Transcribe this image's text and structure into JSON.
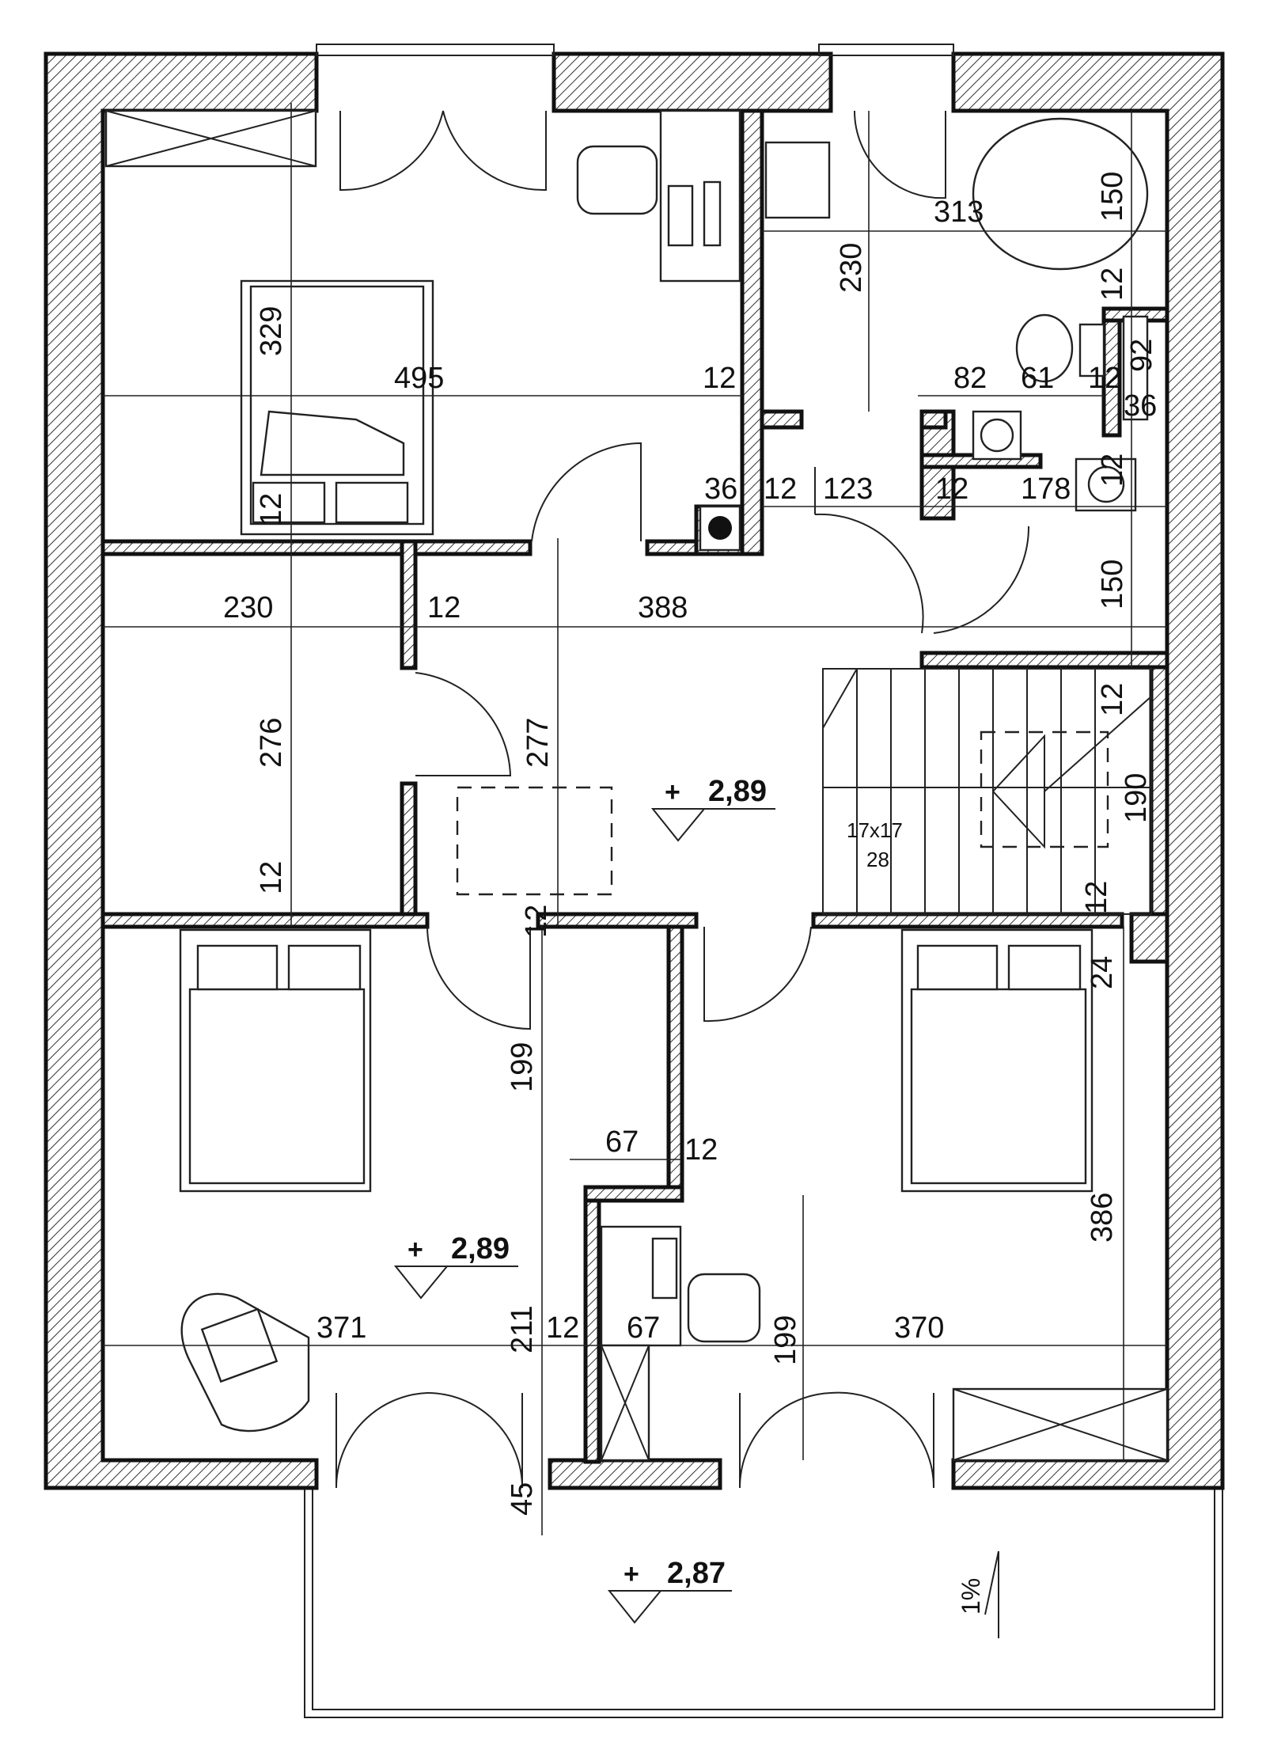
{
  "levels": {
    "upper_left": {
      "plus": "+",
      "value": "2,89"
    },
    "hall": {
      "plus": "+",
      "value": "2,89"
    },
    "balcony": {
      "plus": "+",
      "value": "2,87"
    }
  },
  "slope": {
    "label": "1%"
  },
  "stairs": {
    "step_size": "17x17",
    "step_count": "28"
  },
  "dimensions": {
    "d329": "329",
    "d495": "495",
    "d12_a": "12",
    "d230_top": "230",
    "d313": "313",
    "d150_a": "150",
    "d12_b": "12",
    "d92": "92",
    "d82": "82",
    "d61": "61",
    "d12_c": "12",
    "d36_a": "36",
    "d36_b": "36",
    "d12_d": "12",
    "d123": "123",
    "d12_e": "12",
    "d178": "178",
    "d12_f": "12",
    "d12_g": "12",
    "d150_b": "150",
    "d230_mid": "230",
    "d12_h": "12",
    "d388": "388",
    "d276": "276",
    "d277": "277",
    "d12_i": "12",
    "d190": "190",
    "d12_j": "12",
    "d12_k": "12",
    "d12_l": "12",
    "d24": "24",
    "d199_a": "199",
    "d67_a": "67",
    "d12_m": "12",
    "d386": "386",
    "d371": "371",
    "d211": "211",
    "d12_n": "12",
    "d67_b": "67",
    "d199_b": "199",
    "d370": "370",
    "d45": "45"
  },
  "colors": {
    "line": "#111111",
    "background": "#ffffff"
  }
}
